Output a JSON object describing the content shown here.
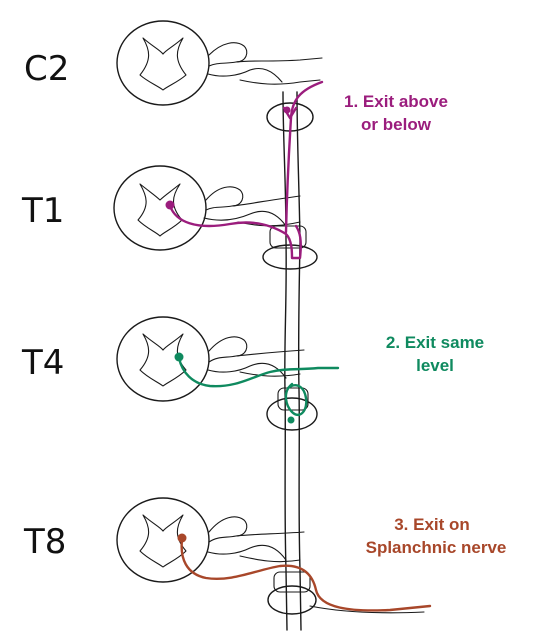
{
  "levels": [
    "C2",
    "T1",
    "T4",
    "T8"
  ],
  "notes": {
    "n1": {
      "lines": [
        "1. Exit above",
        "or below"
      ],
      "color": "#9b1d7d"
    },
    "n2": {
      "lines": [
        "2. Exit same",
        "level"
      ],
      "color": "#0f8a5f"
    },
    "n3": {
      "lines": [
        "3. Exit on",
        "Splanchnic nerve"
      ],
      "color": "#a8472a"
    }
  },
  "colors": {
    "ink": "#1a1a1a",
    "path1": "#9b1d7d",
    "path2": "#0f8a5f",
    "path3": "#a8472a"
  }
}
